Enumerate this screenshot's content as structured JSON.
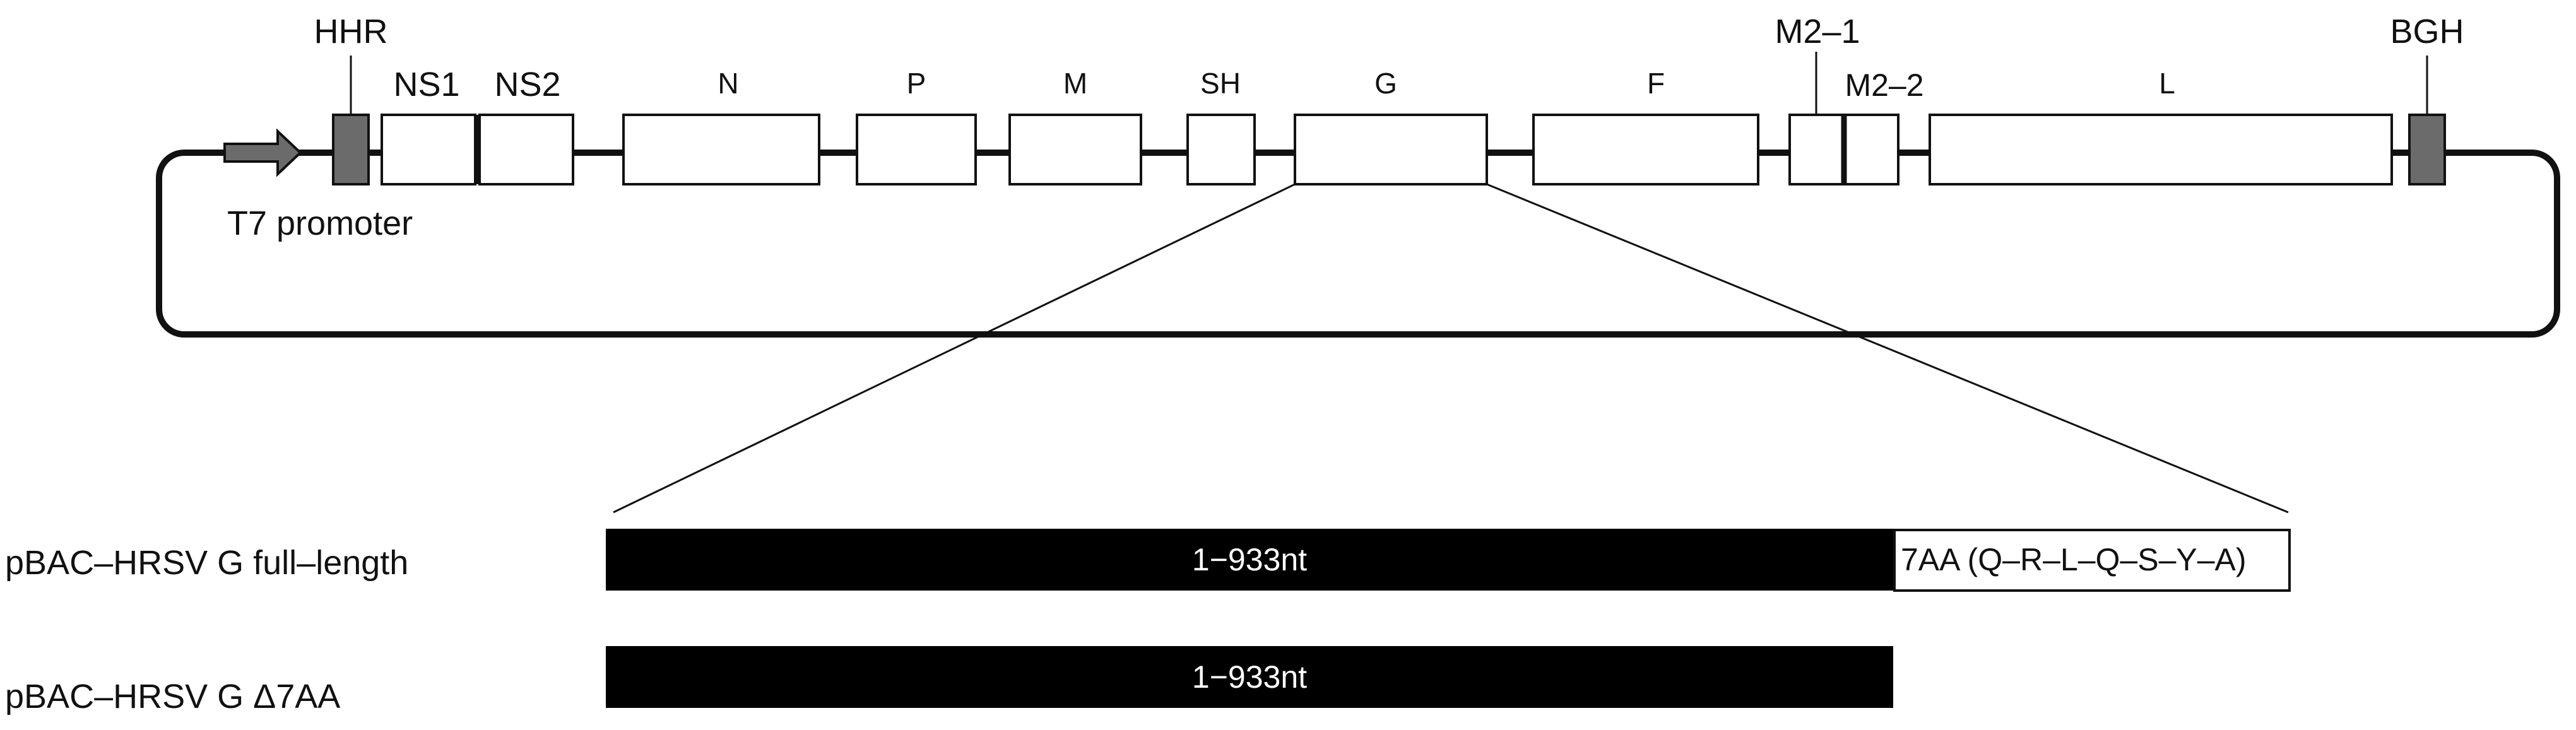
{
  "promoter": {
    "label": "T7 promoter"
  },
  "ribozymes": {
    "hhr_label": "HHR",
    "bgh_label": "BGH"
  },
  "genes": [
    "NS1",
    "NS2",
    "N",
    "P",
    "M",
    "SH",
    "G",
    "F",
    "M2–1",
    "M2–2",
    "L"
  ],
  "constructs": [
    {
      "label": "pBAC–HRSV G full–length",
      "segment": "1−933nt",
      "tail": "7AA (Q–R–L–Q–S–Y–A)"
    },
    {
      "label": "pBAC–HRSV G Δ7AA",
      "segment": "1−933nt"
    }
  ],
  "colors": {
    "line": "#111111",
    "ribozyme": "#6b6b6b",
    "promoter_arrow": "#6b6b6b",
    "segment_fill": "#000000",
    "segment_text": "#ffffff"
  }
}
